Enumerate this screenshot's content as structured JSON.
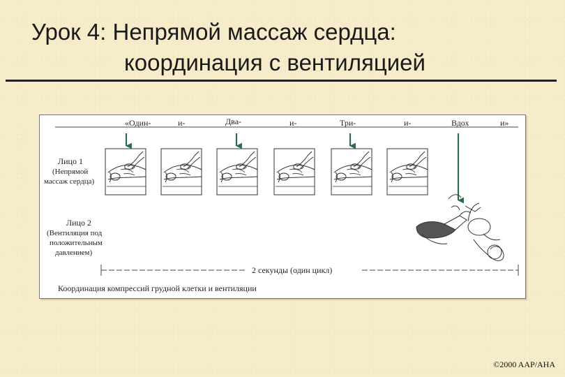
{
  "title": {
    "line1": "Урок 4: Непрямой массаж сердца:",
    "line2": "координация с вентиляцией"
  },
  "diagram": {
    "count_words": [
      "«Один-",
      "и-",
      "Два-",
      "и-",
      "Три-",
      "и-",
      "Вдох",
      "и»"
    ],
    "person1": {
      "name": "Лицо 1",
      "role_line1": "(Непрямой",
      "role_line2": "массаж сердца)"
    },
    "person2": {
      "name": "Лицо 2",
      "role_line1": "(Вентиляция под",
      "role_line2": "положительным",
      "role_line3": "давлением)"
    },
    "cycle_label": "2 секунды (один цикл)",
    "caption": "Координация компрессий грудной клетки и вентиляции",
    "arrow_color": "#2f6b4a"
  },
  "copyright": "©2000 AAP/AHA"
}
